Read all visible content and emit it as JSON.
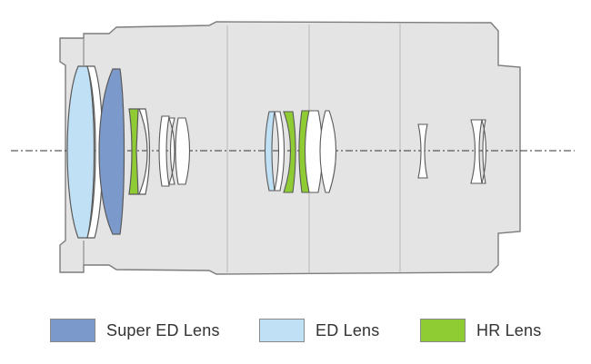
{
  "colors": {
    "barrel_fill": "#e4e4e4",
    "barrel_stroke": "#7d7d7d",
    "plain_lens": "#ffffff",
    "super_ed": "#7b9acb",
    "ed": "#bfe0f5",
    "hr": "#8fcc34"
  },
  "legend": [
    {
      "label": "Super ED Lens",
      "color": "#7b9acb"
    },
    {
      "label": "ED Lens",
      "color": "#bfe0f5"
    },
    {
      "label": "HR Lens",
      "color": "#8fcc34"
    }
  ]
}
